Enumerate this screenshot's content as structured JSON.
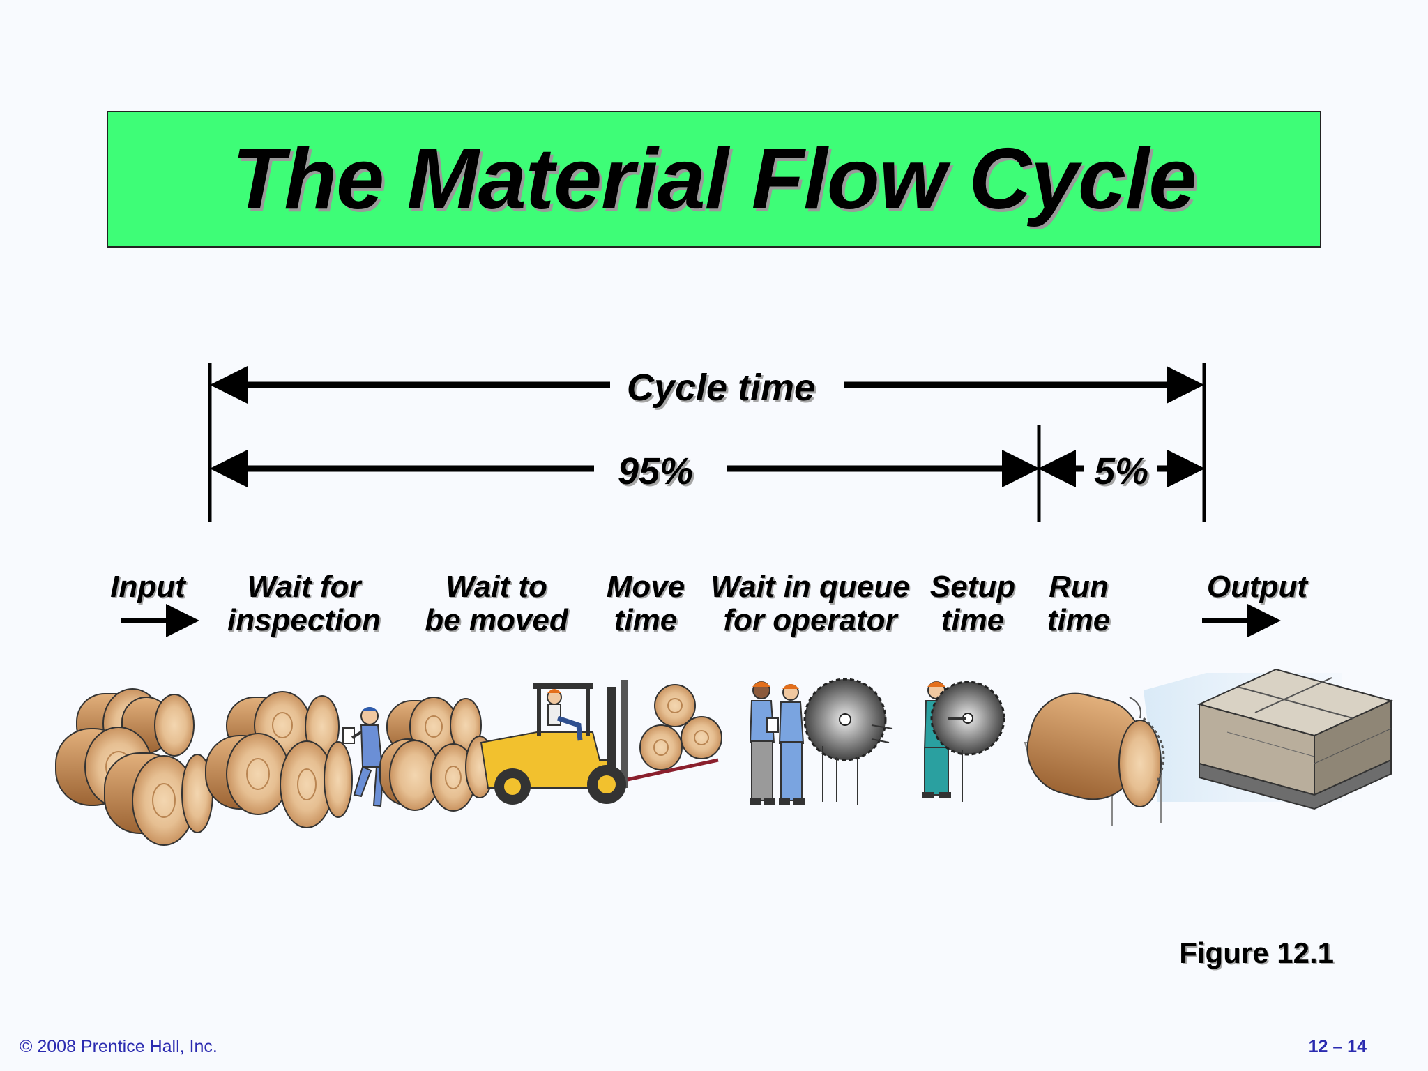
{
  "title": "The Material Flow Cycle",
  "dimensions": {
    "cycle_time": "Cycle time",
    "percent_wait": "95%",
    "percent_run": "5%"
  },
  "stages": [
    {
      "line1": "Input",
      "line2": ""
    },
    {
      "line1": "Wait for",
      "line2": "inspection"
    },
    {
      "line1": "Wait to",
      "line2": "be moved"
    },
    {
      "line1": "Move",
      "line2": "time"
    },
    {
      "line1": "Wait in queue",
      "line2": "for operator"
    },
    {
      "line1": "Setup",
      "line2": "time"
    },
    {
      "line1": "Run",
      "line2": "time"
    },
    {
      "line1": "Output",
      "line2": ""
    }
  ],
  "figure_label": "Figure 12.1",
  "footer": {
    "copyright": "© 2008 Prentice Hall, Inc.",
    "page_number": "12 – 14"
  },
  "colors": {
    "title_background": "#3efd77",
    "footer_text": "#2b2bb0",
    "wood": "#d9a877",
    "forklift": "#f2c12e"
  },
  "icons": [
    "input-arrow-icon",
    "output-arrow-icon",
    "log-pile-icon",
    "inspector-icon",
    "forklift-icon",
    "operators-icon",
    "saw-blade-icon",
    "setup-worker-icon",
    "sawmill-icon",
    "lumber-pallet-icon"
  ]
}
